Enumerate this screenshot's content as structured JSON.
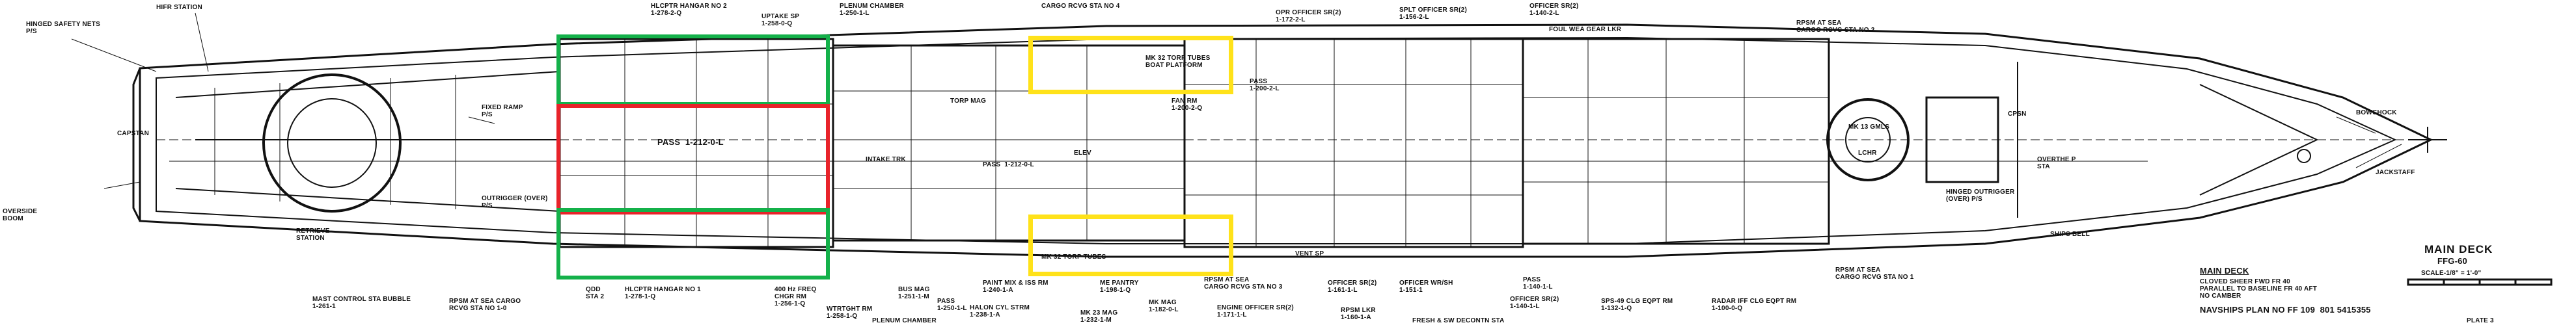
{
  "labels": {
    "hinged_safety_nets": "HINGED SAFETY NETS\nP/S",
    "hifr_station": "HIFR STATION",
    "hlcptr_hangar_2": "HLCPTR HANGAR NO 2\n1-278-2-Q",
    "uptake_sp": "UPTAKE SP\n1-258-0-Q",
    "plenum_chamber_top": "PLENUM CHAMBER\n1-250-1-L",
    "cargo_rcvg_4": "CARGO RCVG STA NO 4",
    "officer_sr_top": "OPR OFFICER SR(2)\n1-172-2-L",
    "splt_officer_sr": "SPLT OFFICER SR(2)\n1-156-2-L",
    "officer_sr_2": "OFFICER SR(2)\n1-140-2-L",
    "foul_wea_gear": "FOUL WEA GEAR LKR",
    "rpsm_at_sea_2": "RPSM AT SEA\nCARGO RCVG STA NO 2",
    "fixed_ramp": "FIXED RAMP\nP/S",
    "capstan": "CAPSTAN",
    "overside_boom": "OVERSIDE\nBOOM",
    "outrigger_top": "OUTRIGGER (OVER)\nP/S",
    "mk32_tubes_top": "MK 32 TORP TUBES\nBOAT PLATFORM",
    "pass_top": "PASS\n1-200-2-L",
    "fan_rm": "FAN RM\n1-200-2-Q",
    "torp_mag": "TORP MAG",
    "intake_trk": "INTAKE TRK",
    "pass_main": "PASS  1-212-0-L",
    "pass_center": "PASS  1-212-0-L",
    "elev": "ELEV",
    "mk13_gmls": "MK 13 GMLS",
    "lchr": "LCHR",
    "cpsn": "CPSN",
    "overthe_p": "OVERTHE P\nSTA",
    "hinged_outrigger": "HINGED OUTRIGGER\n(OVER) P/S",
    "ships_bell": "SHIPS BELL",
    "bowchock": "BOWCHOCK",
    "jackstaff": "JACKSTAFF",
    "hlcptr_hangar_1": "HLCPTR HANGAR NO 1\n1-278-1-Q",
    "qdd_sta2": "QDD\nSTA 2",
    "fwd_hangar": "400 Hz FREQ\nCHGR RM\n1-256-1-Q",
    "hifr_station_2": "RETRIEVE\nSTATION",
    "mast_control": "MAST CONTROL STA BUBBLE\n1-261-1",
    "rpsm_at_sea_cargo": "RPSM AT SEA CARGO\nRCVG STA NO 1-0",
    "bus_mag": "BUS MAG\n1-251-1-M",
    "wtrtght_rm": "WTRTGHT RM\n1-258-1-Q",
    "plenum_bottom": "PLENUM CHAMBER",
    "pass_bottom": "PASS\n1-250-1-L",
    "paint_mix": "PAINT MIX & ISS RM\n1-240-1-A",
    "halon_cyl": "HALON CYL STRM\n1-238-1-A",
    "mk23_mag": "MK 23 MAG\n1-232-1-M",
    "mk32_tubes_bot": "MK 32 TORP TUBES",
    "me_pantry": "ME PANTRY\n1-198-1-Q",
    "mk_mag": "MK MAG\n1-182-0-L",
    "rpsm_cargo_3": "RPSM AT SEA\nCARGO RCVG STA NO 3",
    "engine_officer": "ENGINE OFFICER SR(2)\n1-171-1-L",
    "vent_sp": "VENT SP",
    "officer_sr_b1": "OFFICER SR(2)\n1-161-1-L",
    "rpsm_lkr": "RPSM LKR\n1-160-1-A",
    "officer_wr": "OFFICER WR/SH\n1-151-1",
    "fresh_sw": "FRESH & SW DECONTN STA",
    "pass_b2": "PASS\n1-140-1-L",
    "officer_sr_b2": "OFFICER SR(2)\n1-140-1-L",
    "sps49": "SPS-49 CLG EQPT RM\n1-132-1-Q",
    "radar_iff": "RADAR IFF CLG EQPT RM\n1-100-0-Q",
    "rpsm_at_sea_b1": "RPSM AT SEA\nCARGO RCVG STA NO 1"
  },
  "title_block": {
    "main_deck": "MAIN DECK",
    "ffg": "FFG-60",
    "scale": "SCALE-1/8\" = 1'-0\"",
    "notes": "CLOVED SHEER FWD FR 40\nPARALLEL TO BASELINE FR 40 AFT\nNO CAMBER",
    "navships": "NAVSHIPS PLAN NO FF 109  801 5415355",
    "plate": "PLATE 3"
  }
}
